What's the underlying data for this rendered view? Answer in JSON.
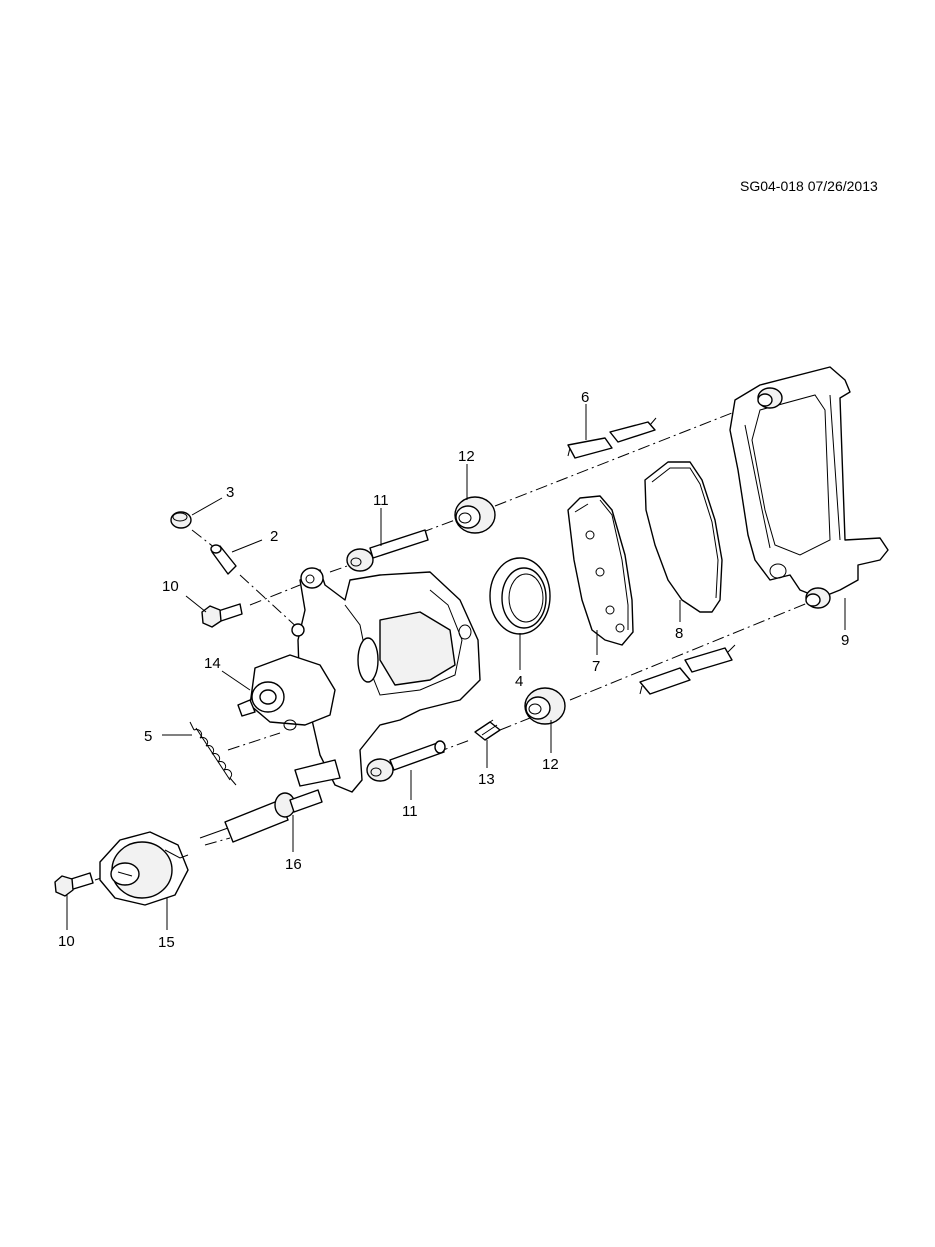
{
  "document_id": "SG04-018 07/26/2013",
  "callouts": {
    "c1": "6",
    "c2": "12",
    "c3": "3",
    "c4": "11",
    "c5": "2",
    "c6": "10",
    "c7": "14",
    "c8": "4",
    "c9": "7",
    "c10": "8",
    "c11": "9",
    "c12": "5",
    "c13": "13",
    "c14": "12",
    "c15": "11",
    "c16": "16",
    "c17": "10",
    "c18": "15"
  },
  "parts": {
    "p_caliper_housing": "caliper-housing",
    "p_bracket": "caliper-bracket",
    "p_pad_inner": "inner-brake-pad",
    "p_pad_outer": "outer-brake-pad",
    "p_piston_seal": "piston-seal",
    "p_guide_pin_upper": "guide-pin",
    "p_guide_pin_lower": "guide-pin",
    "p_boot_upper": "pin-boot",
    "p_boot_lower": "pin-boot",
    "p_bleeder": "bleeder-valve",
    "p_cap": "bleeder-cap",
    "p_bolt_upper": "bolt",
    "p_bolt_lower": "bolt",
    "p_spring": "return-spring",
    "p_sleeve": "sleeve",
    "p_actuator": "parking-brake-actuator",
    "p_lever": "parking-brake-lever",
    "p_shaft": "actuator-shaft",
    "p_clip_upper": "pad-clip",
    "p_clip_lower": "pad-clip"
  }
}
